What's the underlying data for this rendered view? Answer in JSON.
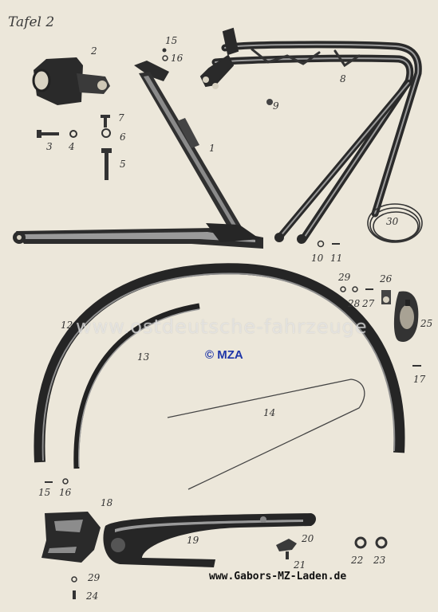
{
  "sheet": {
    "title": "Tafel 2",
    "watermark": "www.ostdeutsche-fahrzeuge",
    "copyright": "© MZA",
    "website": "www.Gabors-MZ-Laden.de"
  },
  "labels": {
    "n1": "1",
    "n2": "2",
    "n3": "3",
    "n4": "4",
    "n5": "5",
    "n6": "6",
    "n7": "7",
    "n8": "8",
    "n9": "9",
    "n10a": "10",
    "n11": "11",
    "n12": "12",
    "n13": "13",
    "n14": "14",
    "n15a": "15",
    "n16a": "16",
    "n15b": "15",
    "n16b": "16",
    "n17": "17",
    "n18": "18",
    "n19": "19",
    "n20": "20",
    "n21": "21",
    "n22": "22",
    "n23": "23",
    "n24": "24",
    "n25": "25",
    "n26": "26",
    "n27": "27",
    "n28": "28",
    "n29a": "29",
    "n29b": "29",
    "n30": "30"
  }
}
